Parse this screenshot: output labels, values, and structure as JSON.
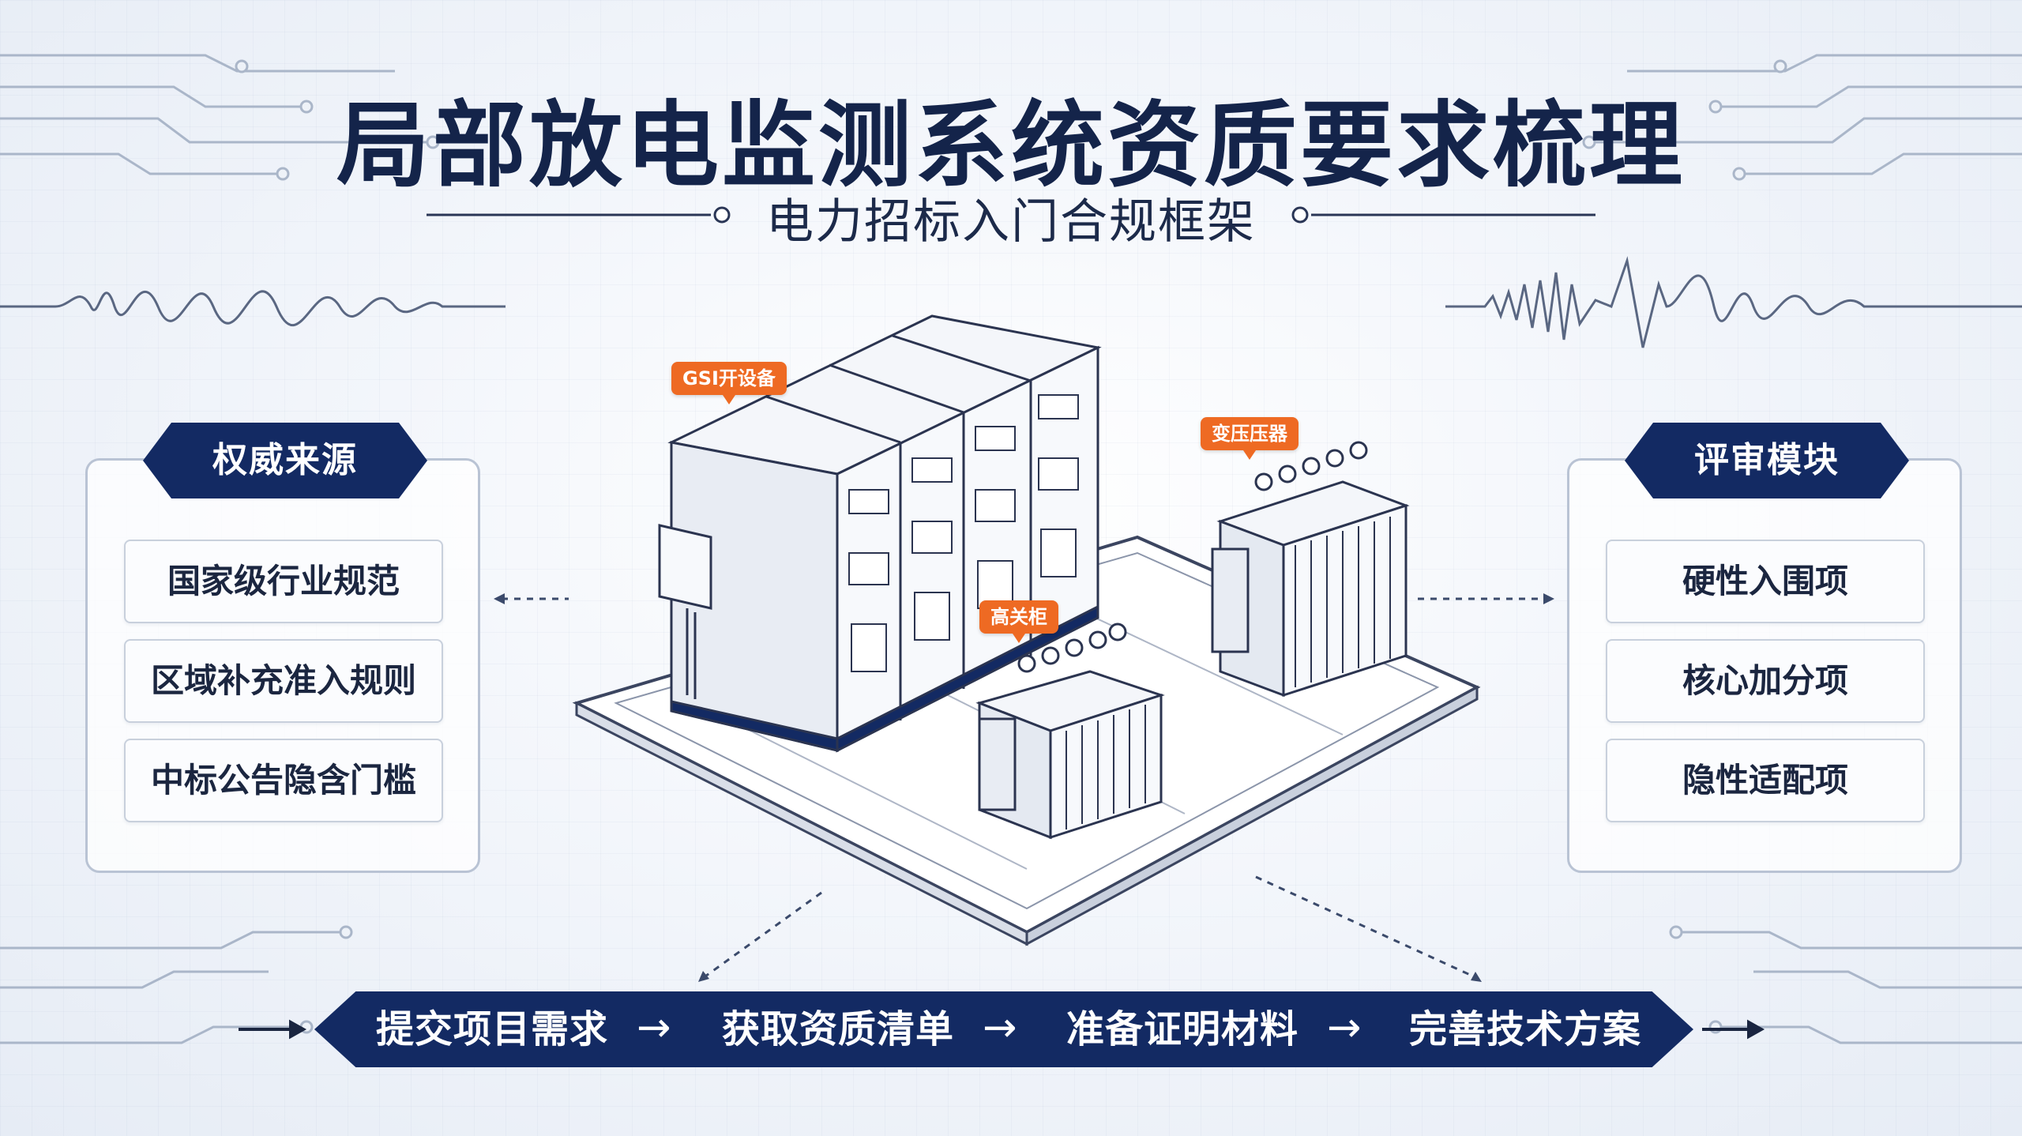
{
  "title": "局部放电监测系统资质要求梳理",
  "subtitle": "电力招标入门合规框架",
  "left_panel": {
    "header": "权威来源",
    "items": [
      "国家级行业规范",
      "区域补充准入规则",
      "中标公告隐含门槛"
    ]
  },
  "right_panel": {
    "header": "评审模块",
    "items": [
      "硬性入围项",
      "核心加分项",
      "隐性适配项"
    ]
  },
  "callouts": {
    "switchgear": "GSI开设备",
    "transformer_right": "变压压器",
    "transformer_front": "高关柜"
  },
  "flow": {
    "steps": [
      "提交项目需求",
      "获取资质清单",
      "准备证明材料",
      "完善技术方案"
    ],
    "arrow": "→"
  },
  "colors": {
    "navy": "#132a63",
    "accent_orange": "#ee6a23",
    "panel_border": "#b9c3d4",
    "background": "#eef2f8"
  }
}
